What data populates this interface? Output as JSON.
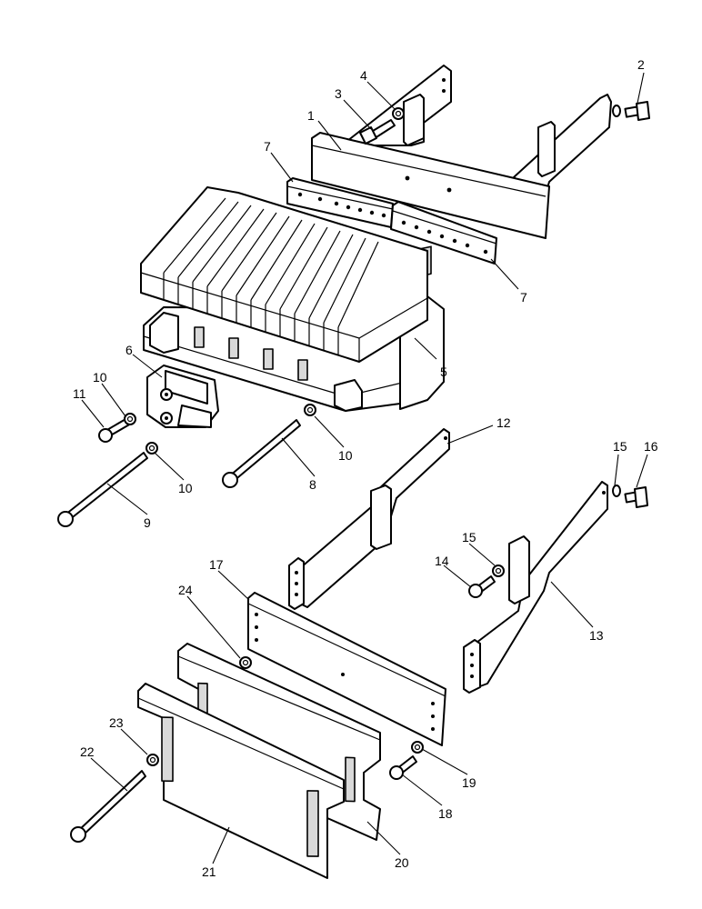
{
  "callouts": [
    "1",
    "2",
    "3",
    "4",
    "5",
    "6",
    "7",
    "7",
    "8",
    "9",
    "10",
    "10",
    "10",
    "11",
    "12",
    "13",
    "14",
    "15",
    "15",
    "16",
    "17",
    "18",
    "19",
    "20",
    "21",
    "22",
    "23",
    "24"
  ]
}
